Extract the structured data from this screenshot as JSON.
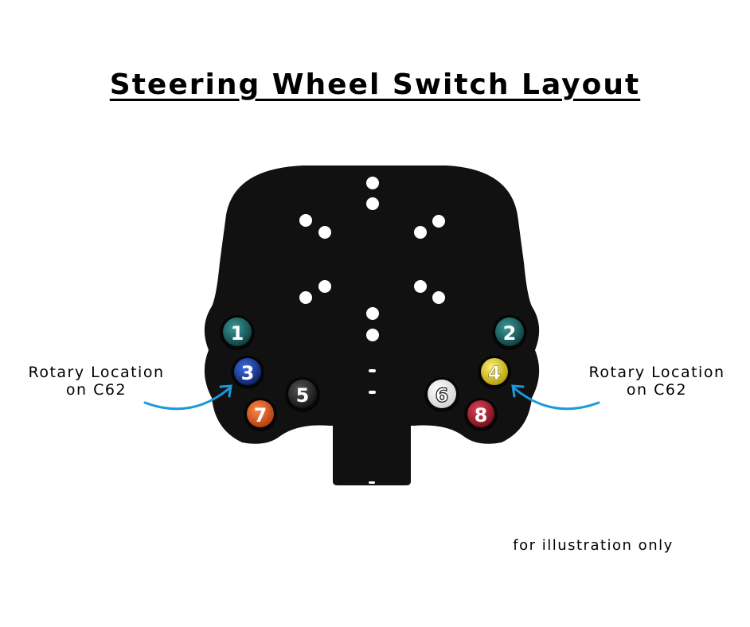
{
  "title": "Steering Wheel Switch Layout",
  "rotary_label": {
    "line1": "Rotary Location",
    "line2": "on C62"
  },
  "note": "for illustration only",
  "buttons": [
    {
      "label": "1",
      "color": "#1f6b6b"
    },
    {
      "label": "2",
      "color": "#1f6b6b"
    },
    {
      "label": "3",
      "color": "#1a3fa8"
    },
    {
      "label": "4",
      "color": "#e6d21a"
    },
    {
      "label": "5",
      "color": "#2a2a2a"
    },
    {
      "label": "6",
      "color": "#f2f2f2"
    },
    {
      "label": "7",
      "color": "#e2581e"
    },
    {
      "label": "8",
      "color": "#b01c2a"
    }
  ],
  "colors": {
    "plate": "#111111",
    "arrow": "#1a9ad8",
    "background": "#ffffff"
  }
}
